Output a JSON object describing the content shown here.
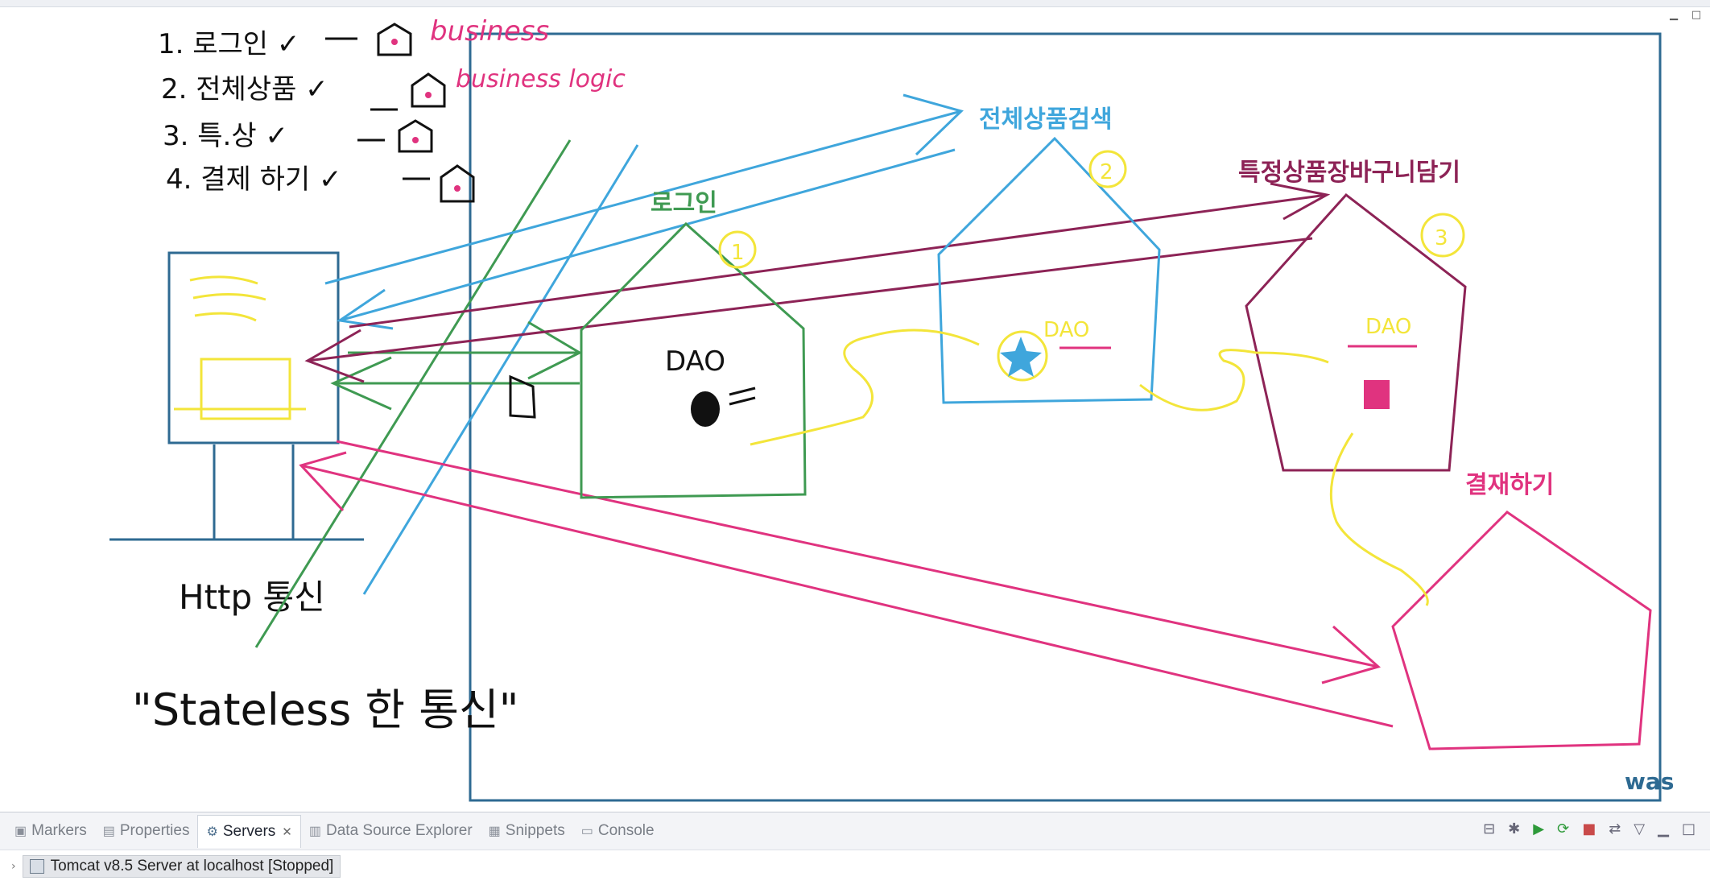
{
  "drawing": {
    "list": {
      "item1": "1. 로그인 ✓",
      "item2": "2. 전체상품 ✓",
      "item3": "3. 특.상 ✓",
      "item4": "4. 결제 하기 ✓"
    },
    "notes": {
      "business": "business",
      "business_logic": "business logic"
    },
    "labels": {
      "login": "로그인",
      "all_products": "전체상품검색",
      "cart": "특정상품장바구니담기",
      "payment": "결재하기",
      "was": "was",
      "dao_login": "DAO",
      "dao_search": "DAO",
      "dao_cart": "DAO"
    },
    "markers": {
      "one": "1",
      "two": "2",
      "three": "3"
    },
    "left_notes": {
      "http": "Http 통신",
      "stateless": "\"Stateless 한 통신\""
    }
  },
  "panel": {
    "tabs": {
      "markers": "Markers",
      "properties": "Properties",
      "servers": "Servers",
      "data_source": "Data Source Explorer",
      "snippets": "Snippets",
      "console": "Console"
    },
    "server": {
      "label": "Tomcat v8.5 Server at localhost  [Stopped]"
    }
  },
  "colors": {
    "was_box": "#2e6a92",
    "green": "#3f9a52",
    "blue": "#3fa6dc",
    "maroon": "#8d2356",
    "pink": "#e0337f",
    "yellow": "#f3e53a"
  }
}
